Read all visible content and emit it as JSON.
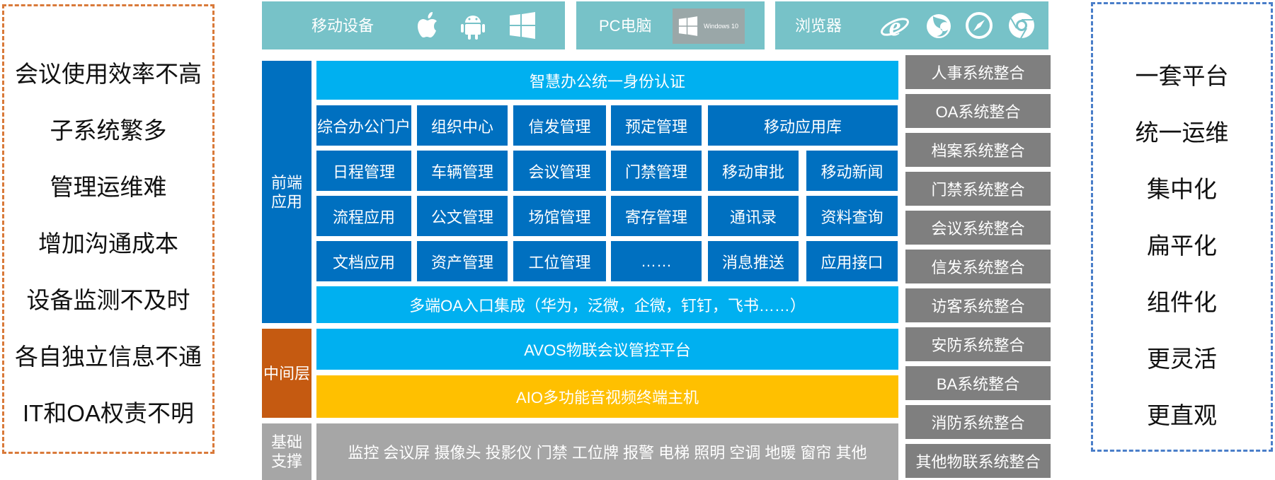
{
  "left_panel": {
    "items": [
      "会议使用效率不高",
      "子系统繁多",
      "管理运维难",
      "增加沟通成本",
      "设备监测不及时",
      "各自独立信息不通",
      "IT和OA权责不明"
    ]
  },
  "right_panel": {
    "items": [
      "一套平台",
      "统一运维",
      "集中化",
      "扁平化",
      "组件化",
      "更灵活",
      "更直观"
    ]
  },
  "devices": {
    "mobile": {
      "label": "移动设备",
      "icons": [
        "apple-icon",
        "android-icon",
        "windows-icon"
      ]
    },
    "pc": {
      "label": "PC电脑",
      "badge": "Windows 10"
    },
    "browser": {
      "label": "浏览器",
      "icons": [
        "ie-icon",
        "firefox-icon",
        "safari-icon",
        "chrome-icon"
      ]
    }
  },
  "layers": {
    "frontend": "前端应用",
    "middle": "中间层",
    "base": "基础支撑"
  },
  "frontend": {
    "auth": "智慧办公统一身份认证",
    "grid": [
      [
        "综合办公门户",
        "组织中心",
        "信发管理",
        "预定管理",
        "移动应用库"
      ],
      [
        "日程管理",
        "车辆管理",
        "会议管理",
        "门禁管理",
        "移动审批",
        "移动新闻"
      ],
      [
        "流程应用",
        "公文管理",
        "场馆管理",
        "寄存管理",
        "通讯录",
        "资料查询"
      ],
      [
        "文档应用",
        "资产管理",
        "工位管理",
        "……",
        "消息推送",
        "应用接口"
      ]
    ],
    "multi_entry": "多端OA入口集成（华为，泛微，企微，钉钉，飞书……）"
  },
  "middle": {
    "avos": "AVOS物联会议管控平台",
    "aio": "AIO多功能音视频终端主机"
  },
  "base": {
    "devices": "监控 会议屏 摄像头 投影仪 门禁 工位牌 报警 电梯 照明 空调 地暖 窗帘 其他"
  },
  "integrations": [
    "人事系统整合",
    "OA系统整合",
    "档案系统整合",
    "门禁系统整合",
    "会议系统整合",
    "信发系统整合",
    "访客系统整合",
    "安防系统整合",
    "BA系统整合",
    "消防系统整合",
    "其他物联系统整合"
  ],
  "colors": {
    "teal": "#77c2c8",
    "sky": "#00b0f0",
    "blue": "#0070c0",
    "orange": "#c55a11",
    "gold": "#ffc000",
    "gray": "#a6a6a6",
    "dark_gray": "#7f7f7f"
  }
}
